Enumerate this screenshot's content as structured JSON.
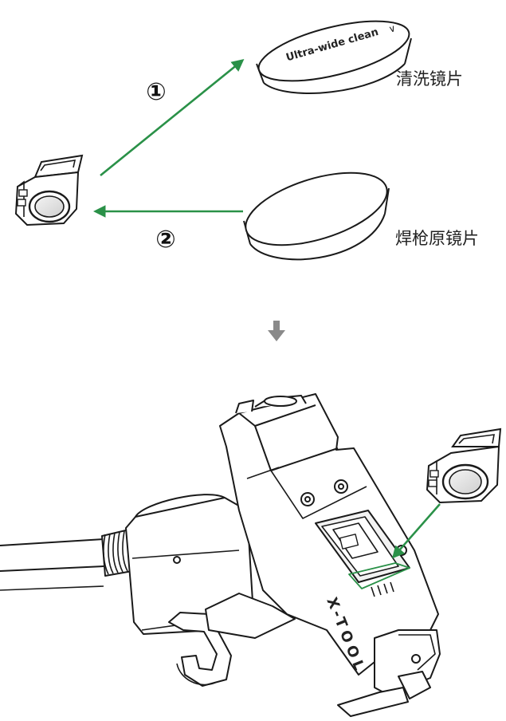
{
  "labels": {
    "clean_lens": "清洗镜片",
    "original_lens": "焊枪原镜片",
    "lens_engraving": "Ultra-wide clean",
    "brand": "X-TOOL"
  },
  "steps": {
    "step1": "①",
    "step2": "②"
  },
  "colors": {
    "arrow_green": "#2a9148",
    "line": "#1a1a1a",
    "down_arrow": "#8a8a8a"
  },
  "icons": {
    "lens_holder": "lens-holder-icon",
    "torch": "welding-torch-icon"
  }
}
